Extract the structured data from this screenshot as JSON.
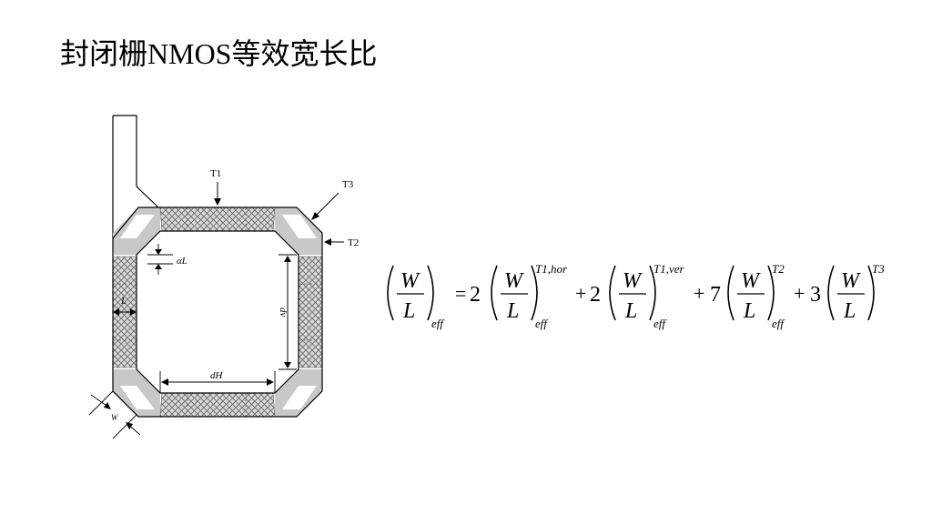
{
  "page": {
    "title": "封闭栅NMOS等效宽长比"
  },
  "diagram": {
    "labels": {
      "t1": "T1",
      "t2": "T2",
      "t3": "T3",
      "alpha_l": "αL",
      "l": "L",
      "d_v": "dv",
      "d_h": "dH",
      "w": "W"
    },
    "colors": {
      "gate_hatch": "#888888",
      "gate_fill": "#d8d8d8",
      "corner_fill": "#c8c8c8",
      "outline": "#000000"
    }
  },
  "formula": {
    "frac_num": "W",
    "frac_den": "L",
    "sub_eff": "eff",
    "coef_2a": "2",
    "coef_2b": "2",
    "coef_7": "7",
    "coef_3": "3",
    "equals": "=",
    "plus": "+",
    "sup_t1_hor": "T1,hor",
    "sup_t1_ver": "T1,ver",
    "sup_t2": "T2",
    "sup_t3": "T3"
  }
}
